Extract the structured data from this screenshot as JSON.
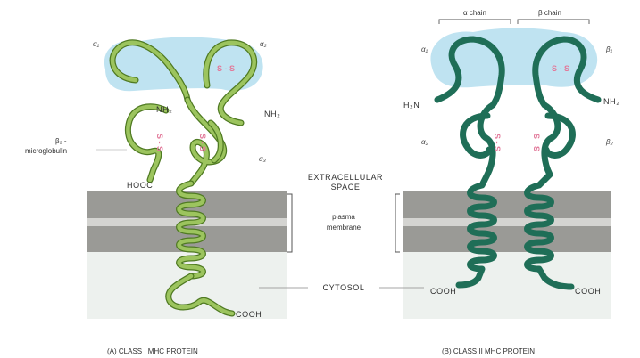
{
  "panel_a": {
    "domains": {
      "a1": "α₁",
      "a2": "α₂",
      "a3": "α₃"
    },
    "nh2_left": "NH₂",
    "nh2_right": "NH₂",
    "b2m_line1": "β₂ -",
    "b2m_line2": "microglobulin",
    "hooc": "HOOC",
    "cooh": "COOH",
    "disulfide": "S - S",
    "caption": "(A)  CLASS I MHC PROTEIN"
  },
  "middle": {
    "extracellular_line1": "EXTRACELLULAR",
    "extracellular_line2": "SPACE",
    "membrane_line1": "plasma",
    "membrane_line2": "membrane",
    "cytosol": "CYTOSOL"
  },
  "panel_b": {
    "alpha_chain": "α chain",
    "beta_chain": "β chain",
    "domains": {
      "a1": "α₁",
      "a2": "α₂",
      "b1": "β₁",
      "b2": "β₂"
    },
    "h2n": "H₂N",
    "nh2": "NH₂",
    "cooh_left": "COOH",
    "cooh_right": "COOH",
    "disulfide": "S - S",
    "caption": "(B)  CLASS II MHC PROTEIN"
  },
  "colors": {
    "class1_chain": "#9cc45e",
    "class1_outline": "#4f7a22",
    "class2_chain": "#1f6e57",
    "membrane": "#9a9a96",
    "cytosol": "#edf1ee",
    "peptide_groove": "#bfe3f1",
    "disulfide": "#e2799a"
  }
}
